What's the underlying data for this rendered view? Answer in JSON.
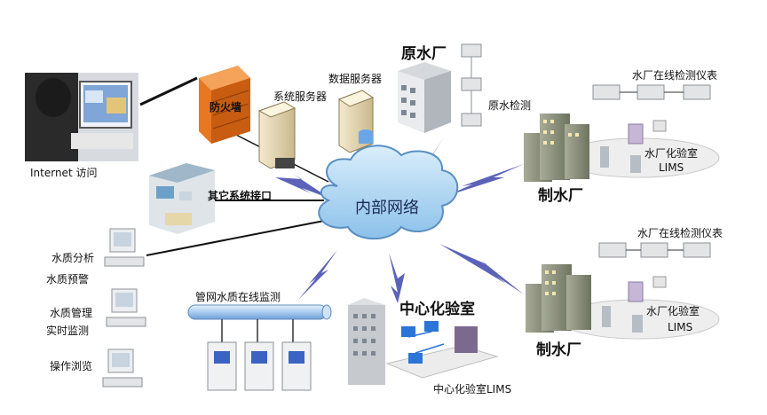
{
  "labels": {
    "internet": "Internet 访问",
    "firewall": "防火墙",
    "system_server": "系统服务器",
    "data_server": "数据服务器",
    "raw_plant": "原水厂",
    "raw_detect": "原水检测",
    "other_interface": "其它系统接口",
    "internal_network": "内部网络",
    "online_meter_1": "水厂在线检测仪表",
    "plant_lab_1": "水厂化验室",
    "lims_1": "LIMS",
    "plant_1": "制水厂",
    "water_analysis": "水质分析",
    "water_warning": "水质预警",
    "water_mgmt": "水质管理",
    "realtime_monitor": "实时监测",
    "browse": "操作浏览",
    "pipe_monitor": "管网水质在线监测",
    "central_lab": "中心化验室",
    "central_lims": "中心化验室LIMS",
    "online_meter_2": "水厂在线检测仪表",
    "plant_lab_2": "水厂化验室",
    "lims_2": "LIMS",
    "plant_2": "制水厂"
  },
  "colors": {
    "cloud_fill": "#aed6f1",
    "cloud_stroke": "#5a8fc0",
    "firewall": "#e87722",
    "building": "#8a8f7a",
    "bolt": "#5b62b8",
    "pipe": "#9fc3ea"
  }
}
